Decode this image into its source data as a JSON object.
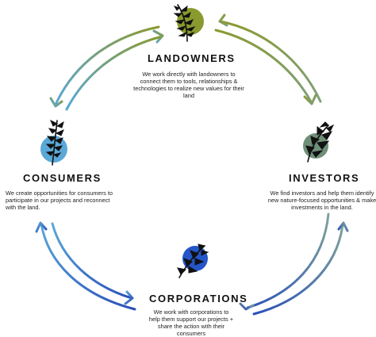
{
  "nodes": {
    "landowners": {
      "title": "LANDOWNERS",
      "desc_lines": [
        "We work directly with landowners to",
        "connect them to tools, relationships &",
        "technologies to realize new values for their",
        "land"
      ],
      "circle_color": "#8a9a2e",
      "icon": "fern-leaf-icon"
    },
    "investors": {
      "title": "INVESTORS",
      "desc_lines": [
        "We find investors and help them identify",
        "new nature-focused opportunities & make",
        "investments in the land."
      ],
      "circle_color": "#6f8f79",
      "icon": "palm-leaf-icon"
    },
    "corporations": {
      "title": "CORPORATIONS",
      "desc_lines": [
        "We work with corporations to",
        "help them support our projects +",
        "share the action with their",
        "consumers"
      ],
      "circle_color": "#2456c8",
      "icon": "monstera-leaf-icon"
    },
    "consumers": {
      "title": "CONSUMERS",
      "desc_lines": [
        "We create opportunities for consumers to",
        "participate in our projects and reconnect",
        "with the land."
      ],
      "circle_color": "#5aa8d8",
      "icon": "fern-leaf-icon"
    }
  },
  "arrow_colors": {
    "top_right": [
      "#8a9a2e",
      "#7fa07a"
    ],
    "bottom_right": [
      "#7fa49a",
      "#2a4fb8"
    ],
    "bottom_left": [
      "#2a4fb8",
      "#5aa8d8"
    ],
    "top_left": [
      "#5aa8d8",
      "#8a9a2e"
    ]
  }
}
